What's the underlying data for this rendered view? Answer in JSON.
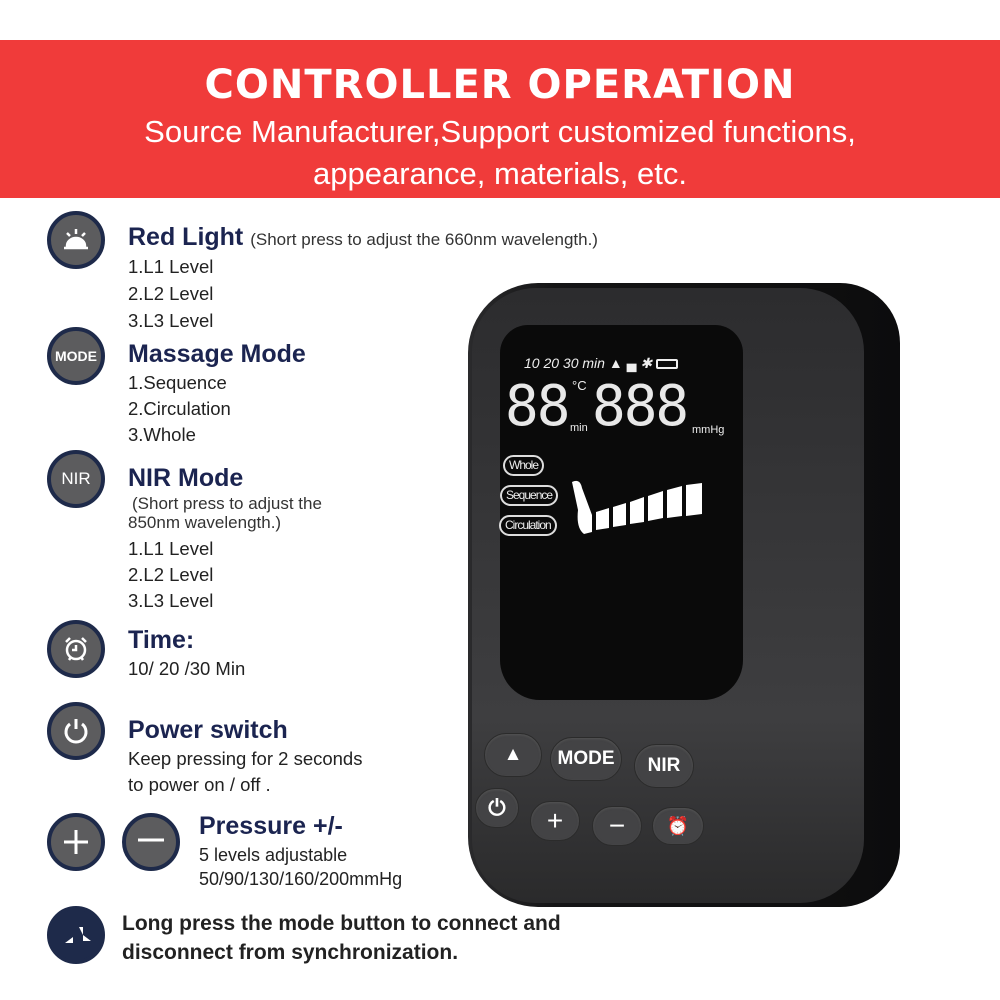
{
  "header": {
    "title": "CONTROLLER OPERATION",
    "subtitle_line1": "Source Manufacturer,Support customized functions,",
    "subtitle_line2": "appearance, materials, etc."
  },
  "features": {
    "red_light": {
      "title": "Red Light",
      "note": "(Short press to adjust the 660nm wavelength.)",
      "items": [
        "1.L1 Level",
        "2.L2 Level",
        "3.L3 Level"
      ],
      "icon": "red-light-icon"
    },
    "massage": {
      "title": "Massage Mode",
      "icon_label": "MODE",
      "items": [
        "1.Sequence",
        "2.Circulation",
        "3.Whole"
      ]
    },
    "nir": {
      "title": "NIR Mode",
      "icon_label": "NIR",
      "note_line1": "(Short press to adjust the",
      "note_line2": "850nm wavelength.)",
      "items": [
        "1.L1 Level",
        "2.L2 Level",
        "3.L3 Level"
      ]
    },
    "time": {
      "title": "Time:",
      "desc": "10/ 20 /30 Min",
      "icon": "alarm-clock-icon"
    },
    "power": {
      "title": "Power switch",
      "desc_line1": "Keep pressing for 2 seconds",
      "desc_line2": "to power on / off .",
      "icon": "power-icon"
    },
    "pressure": {
      "title": "Pressure +/-",
      "desc_line1": "5 levels adjustable",
      "desc_line2": "50/90/130/160/200mmHg"
    },
    "sync": {
      "line1": "Long press the mode button to connect and",
      "line2": "disconnect from synchronization.",
      "icon": "feet-icon"
    }
  },
  "device": {
    "status": "10 20 30 min",
    "digits_left": "88",
    "digits_right": "888",
    "unit_temp": "°C",
    "unit_min": "min",
    "unit_pressure": "mmHg",
    "modes": [
      "Whole",
      "Sequence",
      "Circulation"
    ],
    "buttons": {
      "mode": "MODE",
      "nir": "NIR"
    }
  },
  "colors": {
    "banner": "#f03b3a",
    "heading": "#1b2450"
  }
}
